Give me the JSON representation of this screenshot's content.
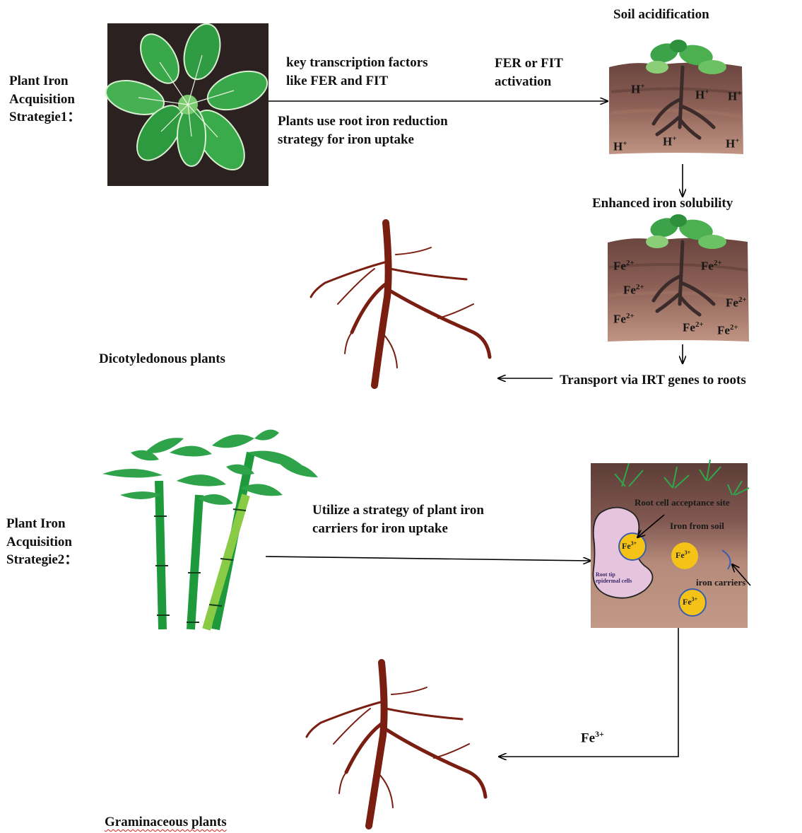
{
  "strategy1": {
    "title_line1": "Plant Iron",
    "title_line2": "Acquisition",
    "title_line3": "Strategie1：",
    "arrow_top_line1": "key transcription  factors",
    "arrow_top_line2": "like FER and  FIT",
    "arrow_bottom_line1": "Plants  use root iron  reduction",
    "arrow_bottom_line2": "strategy  for  iron  uptake",
    "activation_line1": "FER  or  FIT",
    "activation_line2": "activation",
    "soil_acidification": "Soil acidification",
    "enhanced_solubility": "Enhanced  iron  solubility",
    "transport": "Transport   via IRT genes to roots",
    "plant_type": "Dicotyledonous  plants",
    "h_ion": "H",
    "h_charge": "+",
    "fe2_ion": "Fe",
    "fe2_charge": "2+"
  },
  "strategy2": {
    "title_line1": "Plant Iron",
    "title_line2": "Acquisition",
    "title_line3": "Strategie2：",
    "arrow_top_line1": "Utilize  a  strategy  of  plant  iron",
    "arrow_top_line2": "carriers  for  iron  uptake",
    "root_cell_site": "Root cell acceptance site",
    "iron_from_soil": "Iron from soil",
    "iron_carriers": "iron carriers",
    "root_tip_line1": "Root tip",
    "root_tip_line2": "epidermal cells",
    "fe3_label": "Fe",
    "fe3_label_charge": "3+",
    "fe3_ion": "Fe",
    "fe3_ion_charge": "3+",
    "plant_type": "Graminaceous  plants"
  },
  "colors": {
    "soil_dark": "#6e4a42",
    "soil_mid": "#8f655a",
    "soil_light": "#b88a78",
    "leaf_green": "#3fae4a",
    "root_brown": "#7a1e12",
    "iron_yellow": "#f5c318",
    "root_cell_pink": "#e6c4de"
  }
}
